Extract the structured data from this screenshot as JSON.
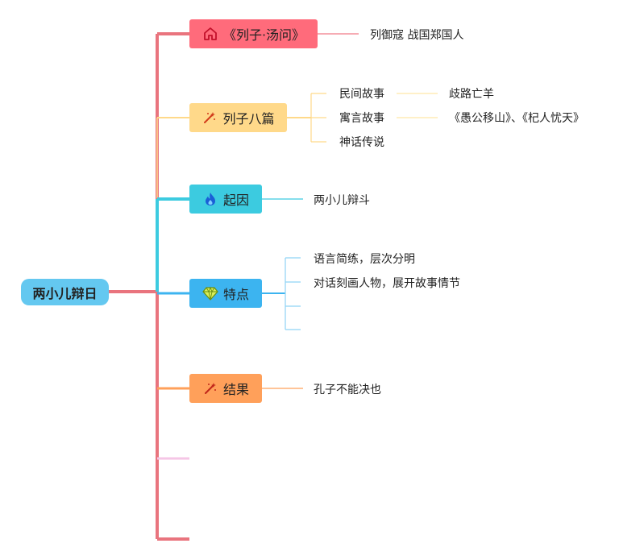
{
  "root": {
    "label": "两小儿辩日"
  },
  "branches": [
    {
      "label": "《列子·汤问》",
      "icon": "house-icon",
      "color": "#ff6b7b",
      "children": [
        {
          "label": "列御寇 战国郑国人"
        }
      ]
    },
    {
      "label": "列子八篇",
      "icon": "magic-wand-icon",
      "color": "#ffd98a",
      "children": [
        {
          "label": "民间故事",
          "children": [
            {
              "label": "歧路亡羊"
            }
          ]
        },
        {
          "label": "寓言故事",
          "children": [
            {
              "label": "《愚公移山》、《杞人忧天》"
            }
          ]
        },
        {
          "label": "神话传说"
        }
      ]
    },
    {
      "label": "起因",
      "icon": "flame-icon",
      "color": "#3ccbe0",
      "children": [
        {
          "label": "两小儿辩斗"
        }
      ]
    },
    {
      "label": "特点",
      "icon": "diamond-icon",
      "color": "#3cb4f0",
      "children": [
        {
          "label": "语言简练，层次分明"
        },
        {
          "label": "对话刻画人物，展开故事情节"
        },
        {
          "label": ""
        },
        {
          "label": ""
        }
      ]
    },
    {
      "label": "结果",
      "icon": "magic-wand-icon",
      "color": "#ffa05a",
      "children": [
        {
          "label": "孔子不能决也"
        }
      ]
    }
  ],
  "colors": {
    "trunk": "#e9747e",
    "empty_branch": "#f5c6e6"
  }
}
